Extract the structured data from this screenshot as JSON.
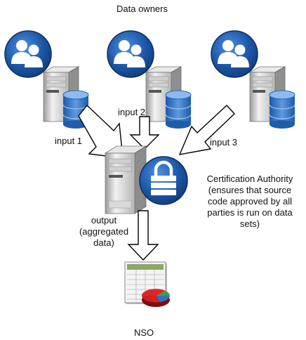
{
  "title": "Data owners",
  "inputs": [
    "input 1",
    "input 2",
    "input 3"
  ],
  "certification_authority": {
    "lines": [
      "Certification Authority",
      "(ensures that source",
      "code approved by all",
      "parties is run on data",
      "sets)"
    ]
  },
  "output": {
    "lines": [
      "output",
      "(aggregated",
      "data)"
    ]
  },
  "destination": "NSO",
  "icons": {
    "data_owner": "data-owner-icon",
    "server": "server-icon",
    "database": "database-icon",
    "lock": "lock-icon",
    "spreadsheet": "spreadsheet-icon",
    "pie_chart": "pie-chart-icon"
  },
  "colors": {
    "badge_blue": "#1c4f9c",
    "badge_light": "#3f7ccf",
    "db_blue": "#2f73c6",
    "arrow_stroke": "#000000"
  }
}
